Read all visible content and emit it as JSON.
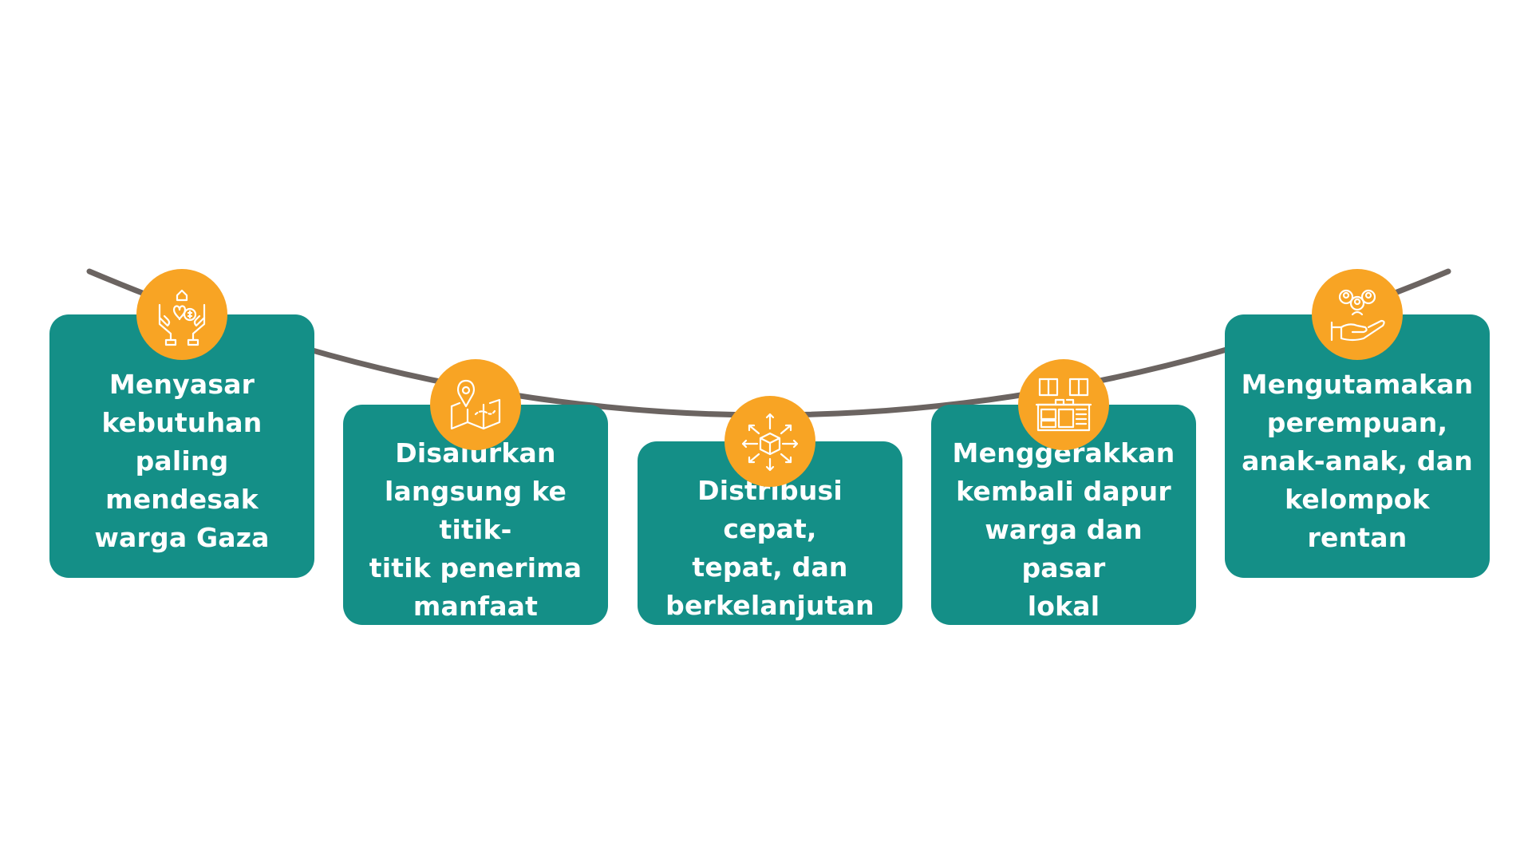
{
  "steps": [
    {
      "text": "Menyasar\nkebutuhan\npaling\nmendesak\nwarga Gaza",
      "icon": "hands-giving-donation-icon"
    },
    {
      "text": "Disalurkan\nlangsung ke titik-\ntitik penerima\nmanfaat",
      "icon": "map-location-pin-icon"
    },
    {
      "text": "Distribusi cepat,\ntepat, dan\nberkelanjutan",
      "icon": "box-distribution-arrows-icon"
    },
    {
      "text": "Menggerakkan\nkembali dapur\nwarga dan pasar\nlokal",
      "icon": "kitchen-cabinet-icon"
    },
    {
      "text": "Mengutamakan\nperempuan,\nanak-anak, dan\nkelompok\nrentan",
      "icon": "hand-holding-people-icon"
    }
  ],
  "colors": {
    "card": "#148f87",
    "badge": "#f8a424",
    "rope": "#6b6461",
    "text": "#ffffff"
  }
}
